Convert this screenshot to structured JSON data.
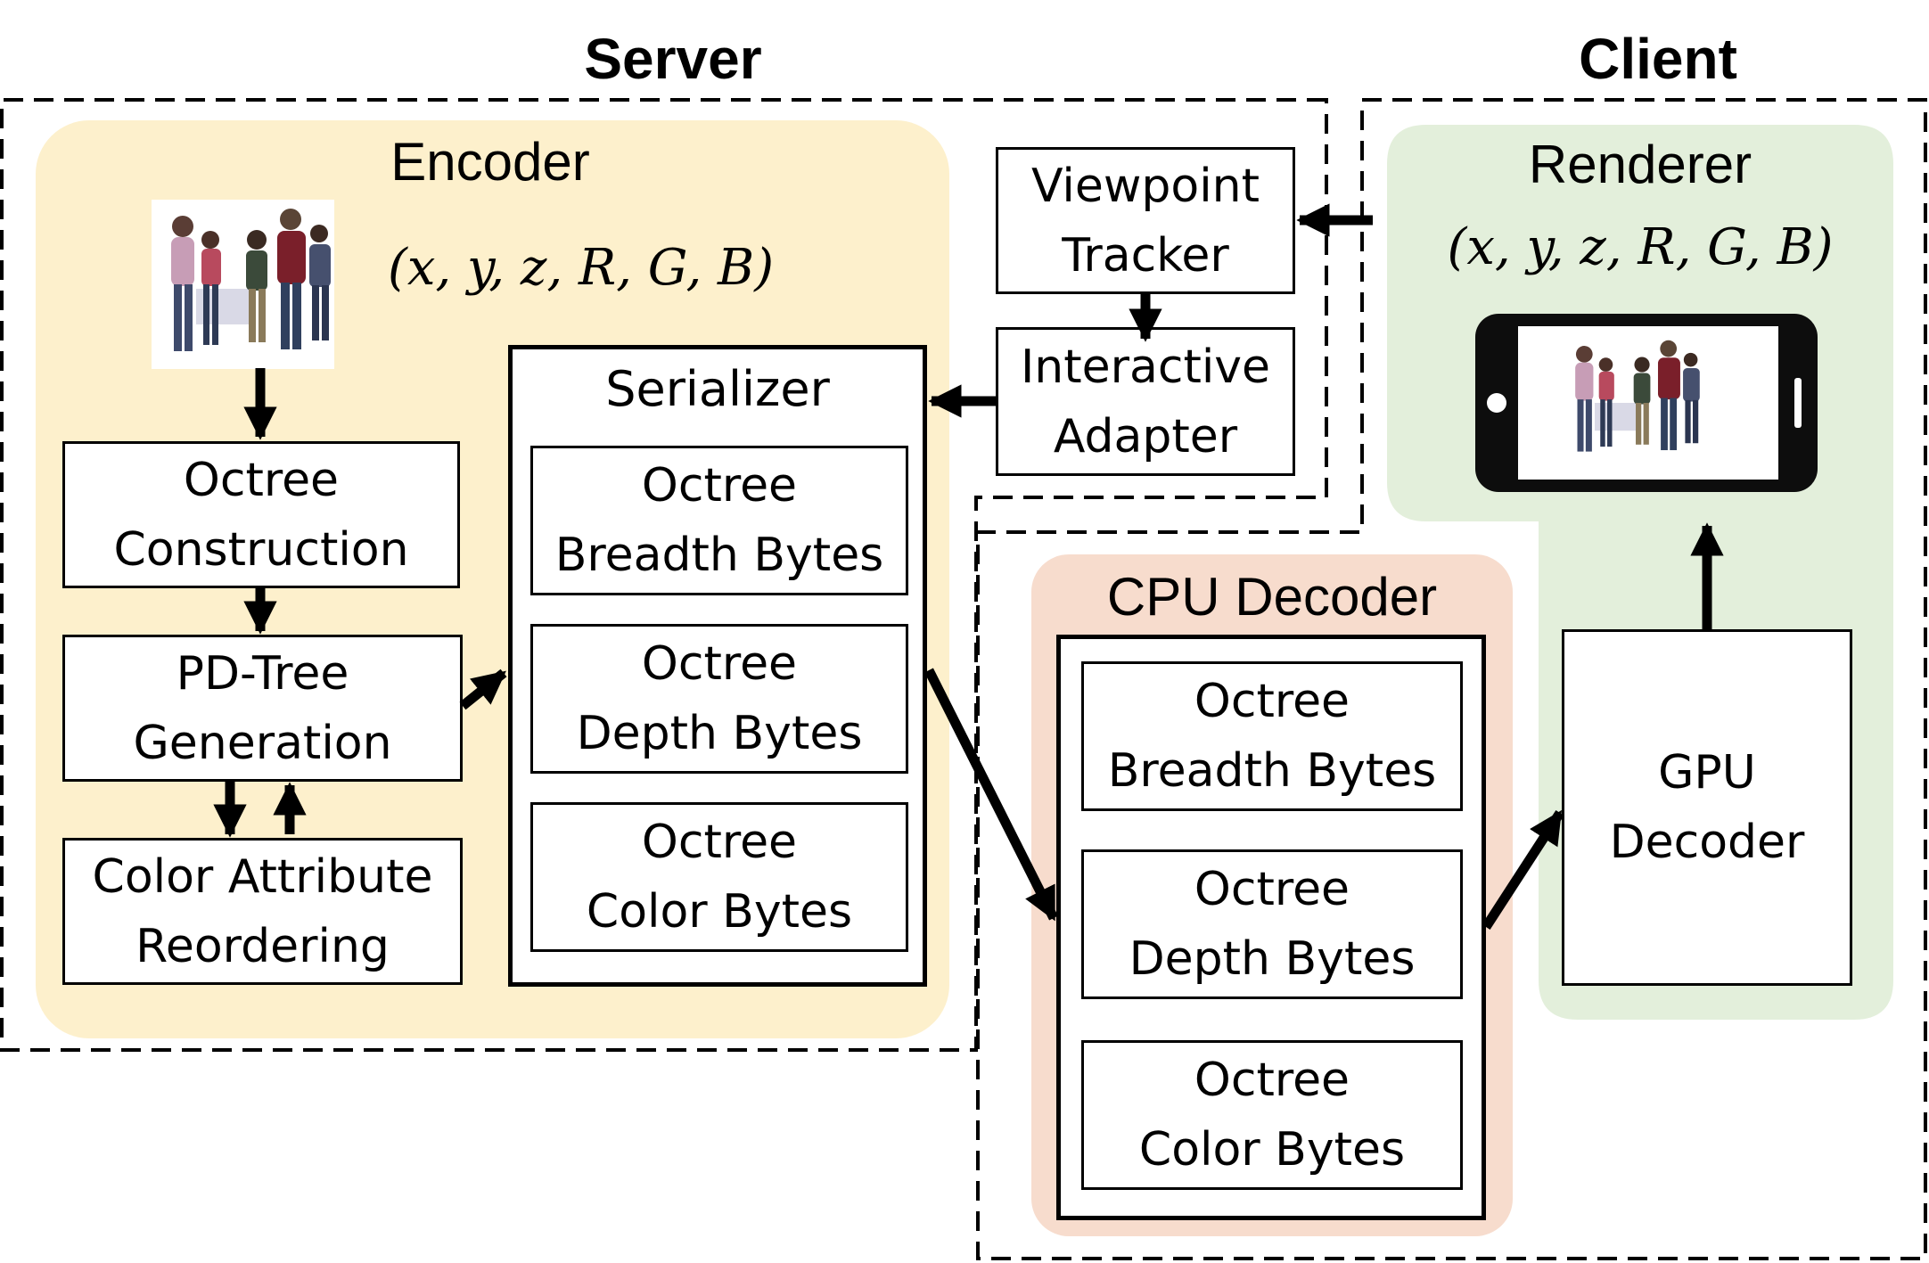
{
  "zones": {
    "server_title": "Server",
    "client_title": "Client"
  },
  "encoder": {
    "title": "Encoder",
    "tuple": "(x, y, z, R, G, B)",
    "octree_construction": [
      "Octree",
      "Construction"
    ],
    "pd_tree_generation": [
      "PD-Tree",
      "Generation"
    ],
    "color_attribute_reordering": [
      "Color Attribute",
      "Reordering"
    ]
  },
  "serializer": {
    "title": "Serializer",
    "breadth": [
      "Octree",
      "Breadth Bytes"
    ],
    "depth": [
      "Octree",
      "Depth Bytes"
    ],
    "color": [
      "Octree",
      "Color Bytes"
    ]
  },
  "viewpoint_tracker": [
    "Viewpoint",
    "Tracker"
  ],
  "interactive_adapter": [
    "Interactive",
    "Adapter"
  ],
  "renderer": {
    "title": "Renderer",
    "tuple": "(x, y, z, R, G, B)"
  },
  "cpu_decoder": {
    "title": "CPU Decoder",
    "breadth": [
      "Octree",
      "Breadth Bytes"
    ],
    "depth": [
      "Octree",
      "Depth Bytes"
    ],
    "color": [
      "Octree",
      "Color Bytes"
    ]
  },
  "gpu_decoder": [
    "GPU",
    "Decoder"
  ],
  "colors": {
    "encoder_bg": "#fdf0cc",
    "client_bg": "#e3efdb",
    "cpu_decoder_bg": "#f7dccd",
    "line": "#000000"
  },
  "icons": [
    "point-cloud-people-image",
    "smartphone-icon"
  ]
}
